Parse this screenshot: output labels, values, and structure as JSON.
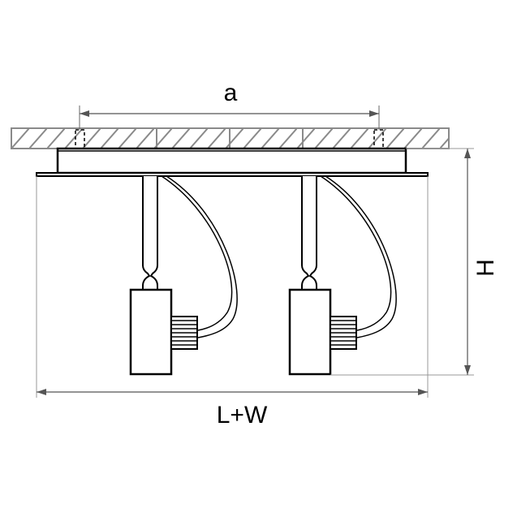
{
  "dimensions": {
    "a_label": "a",
    "length_label": "L+W",
    "height_label": "H"
  },
  "colors": {
    "line": "#000000",
    "hatch": "#8a8a8a",
    "dimension": "#9a9a9a"
  }
}
